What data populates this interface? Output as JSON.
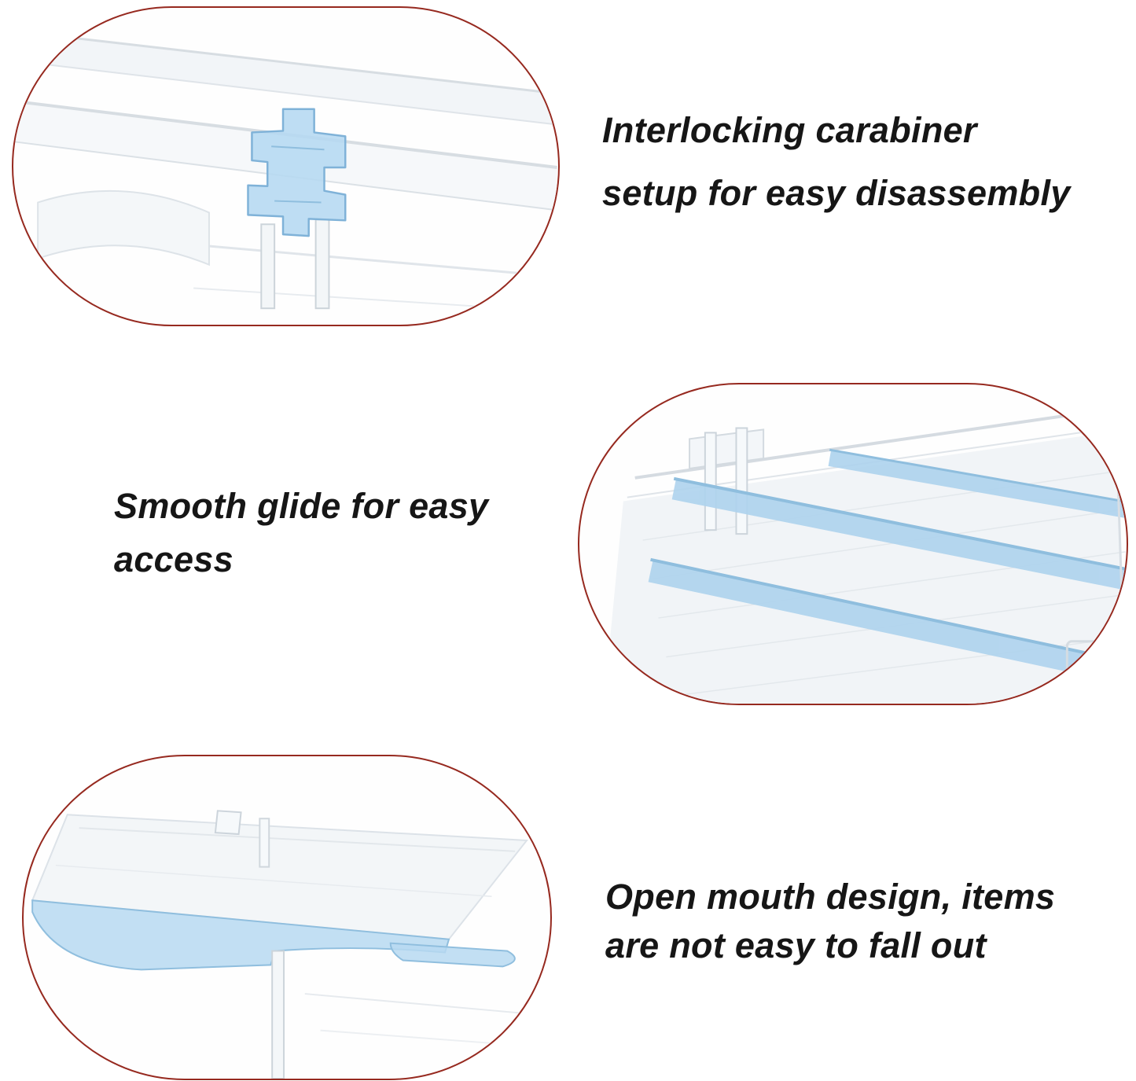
{
  "page": {
    "background": "#ffffff",
    "accent_border_color": "#96291f",
    "text_color": "#161616",
    "product_blue": "#aed3ee"
  },
  "features": [
    {
      "photo": "interlocking-carabiner-closeup",
      "lines": [
        "Interlocking carabiner",
        "setup for easy disassembly"
      ]
    },
    {
      "photo": "smooth-glide-tray-closeup",
      "lines": [
        "Smooth glide for easy",
        "access"
      ]
    },
    {
      "photo": "open-mouth-shelf-closeup",
      "lines": [
        "Open mouth design, items",
        "are not easy to fall out"
      ]
    }
  ]
}
